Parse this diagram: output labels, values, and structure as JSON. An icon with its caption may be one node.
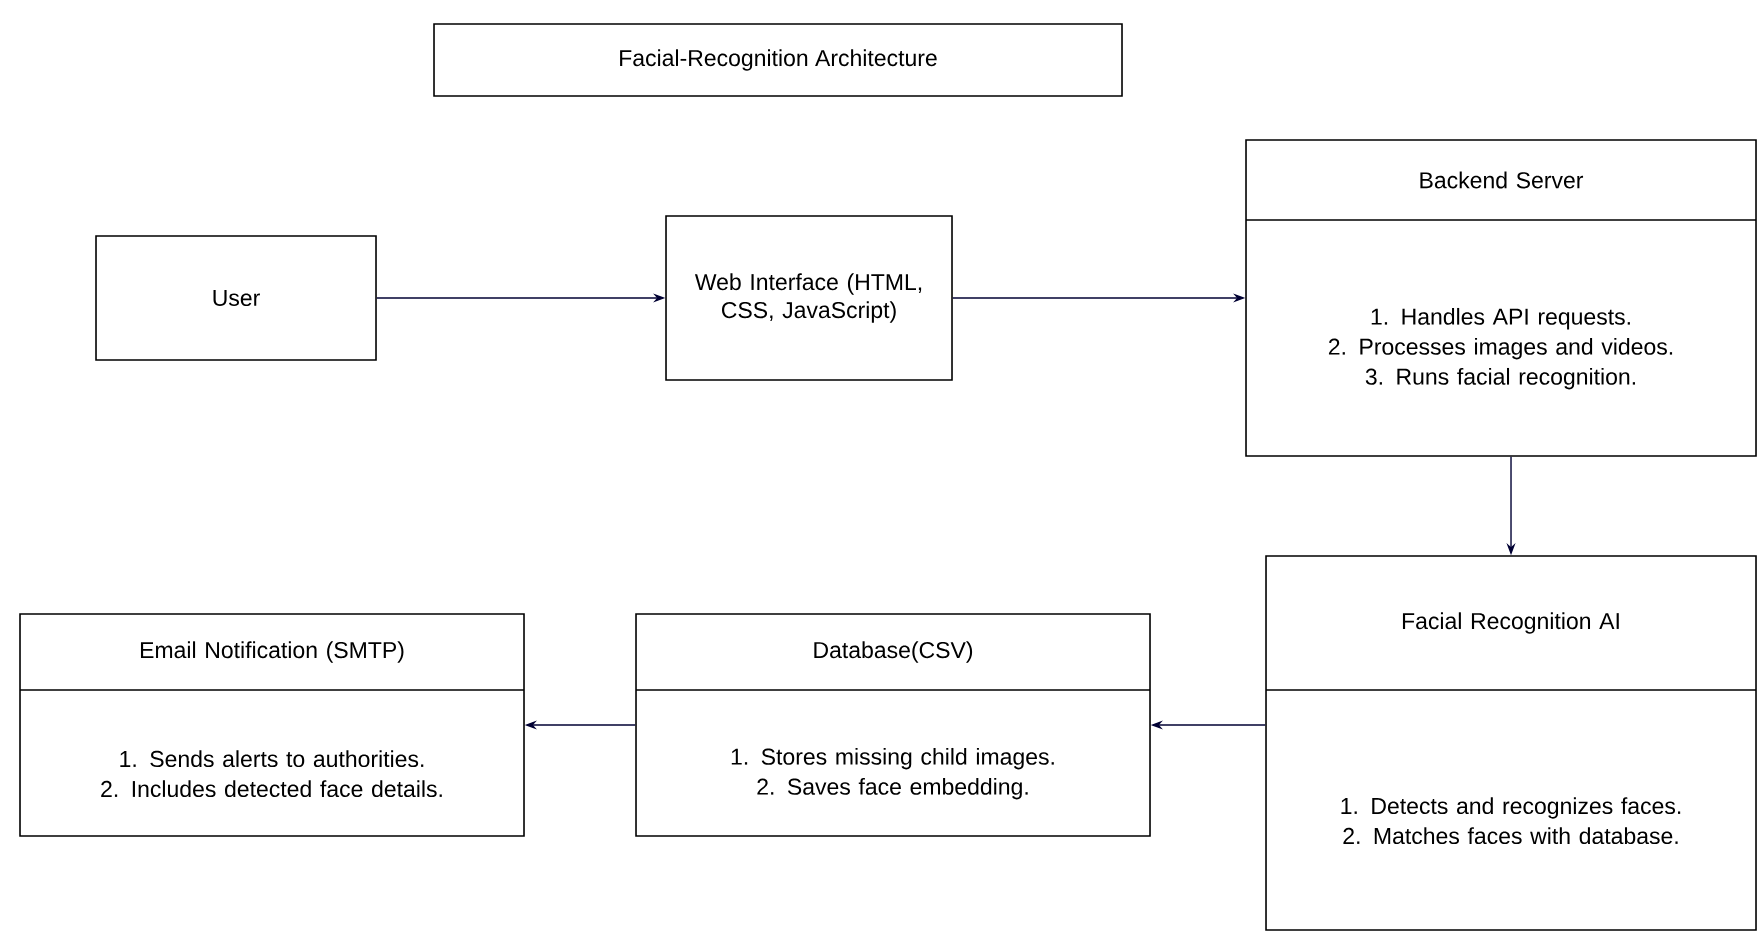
{
  "diagram": {
    "title": "Facial-Recognition Architecture",
    "nodes": [
      {
        "text": [
          "User"
        ]
      },
      {
        "text": [
          "Web Interface (HTML, CSS, JavaScript)"
        ]
      },
      {
        "text": [
          "Backend Server",
          "1. Handles API requests.",
          "2. Processes images and videos.",
          "3. Runs facial recognition."
        ]
      },
      {
        "text": [
          "Facial Recognition AI",
          "1. Detects and recognizes faces.",
          "2. Matches faces with database."
        ]
      },
      {
        "text": [
          "Database(CSV)",
          "1. Stores missing child images.",
          "2. Saves face embedding."
        ]
      },
      {
        "text": [
          "Email Notification (SMTP)",
          "1. Sends alerts to authorities.",
          "2. Includes detected face details."
        ]
      }
    ],
    "edges": [
      {
        "from": 0,
        "to": 1,
        "arrow": "to"
      },
      {
        "from": 1,
        "to": 2,
        "arrow": "to"
      },
      {
        "from": 2,
        "to": 3,
        "arrow": "to"
      },
      {
        "from": 3,
        "to": 4,
        "arrow": "to"
      },
      {
        "from": 4,
        "to": 5,
        "arrow": "to"
      }
    ]
  }
}
